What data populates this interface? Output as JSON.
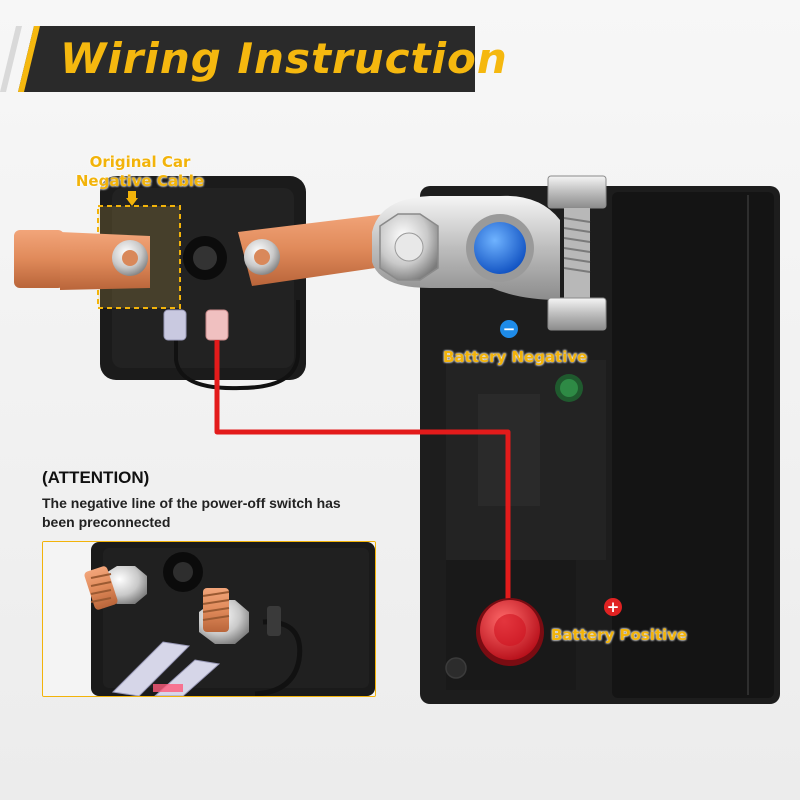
{
  "header": {
    "title": "Wiring Instruction"
  },
  "labels": {
    "original_cable_line1": "Original Car",
    "original_cable_line2": "Negative Cable",
    "battery_negative": "Battery Negative",
    "battery_positive": "Battery Positive",
    "negative_symbol": "−",
    "positive_symbol": "+"
  },
  "attention": {
    "title": "(ATTENTION)",
    "line1": "The negative line of the power-off switch has",
    "line2": "been preconnected"
  },
  "colors": {
    "accent": "#f5b80f",
    "banner_bg": "#2a2a2a",
    "battery_body": "#1d1d1d",
    "wire_red": "#e31b1b",
    "copper": "#e08a5a",
    "terminal_blue": "#1e6fe0",
    "terminal_red": "#e11b2a"
  }
}
